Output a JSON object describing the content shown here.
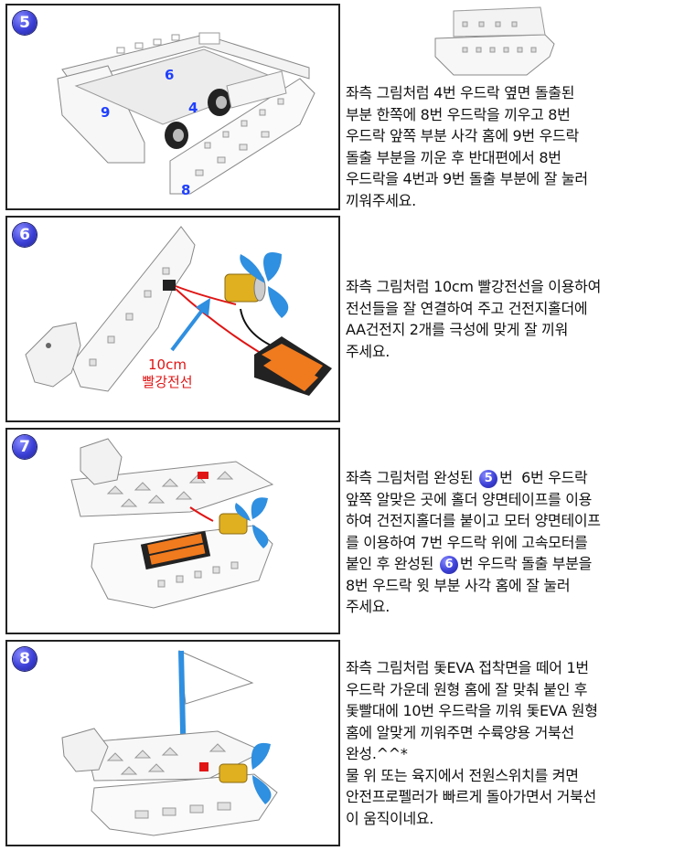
{
  "steps": [
    {
      "number": "5",
      "labels": {
        "l6": "6",
        "l9": "9",
        "l4": "4",
        "l8": "8"
      },
      "text": "좌측 그림처럼 4번 우드락 옆면 돌출된\n부분 한쪽에 8번 우드락을 끼우고 8번\n우드락 앞쪽 부분 사각 홈에 9번 우드락\n돌출 부분을 끼운 후 반대편에서 8번\n우드락을 4번과 9번 돌출 부분에 잘 눌러\n끼워주세요."
    },
    {
      "number": "6",
      "wire_label": {
        "line1": "10cm",
        "line2": "빨강전선"
      },
      "text": "좌측 그림처럼 10cm 빨강전선을 이용하여\n전선들을 잘 연결하여 주고 건전지홀더에\nAA건전지 2개를 극성에 맞게 잘 끼워\n주세요."
    },
    {
      "number": "7",
      "text_parts": {
        "p1": "좌측 그림처럼 완성된 ",
        "b1": "5",
        "p2": "번  6번 우드락\n앞쪽 알맞은 곳에 홀더 양면테이프를 이용\n하여 건전지홀더를 붙이고 모터 양면테이프\n를 이용하여 7번 우드락 위에 고속모터를\n붙인 후 완성된 ",
        "b2": "6",
        "p3": "번 우드락 돌출 부분을\n8번 우드락 윗 부분 사각 홈에 잘 눌러\n주세요."
      }
    },
    {
      "number": "8",
      "text": "좌측 그림처럼 돛EVA 접착면을 떼어 1번\n우드락 가운데 원형 홈에 잘 맞춰 붙인 후\n돛빨대에 10번 우드락을 끼워 돛EVA 원형\n홈에 알맞게 끼워주면 수륙양용 거북선\n완성.^^*\n물 위 또는 육지에서 전원스위치를 켜면\n안전프로펠러가 빠르게 돌아가면서 거북선\n이 움직이네요."
    }
  ],
  "colors": {
    "badge": "#3b3fd6",
    "label_blue": "#1e3fff",
    "wire_red": "#e01515",
    "propeller": "#2f8fe0",
    "battery": "#f07a1e"
  }
}
